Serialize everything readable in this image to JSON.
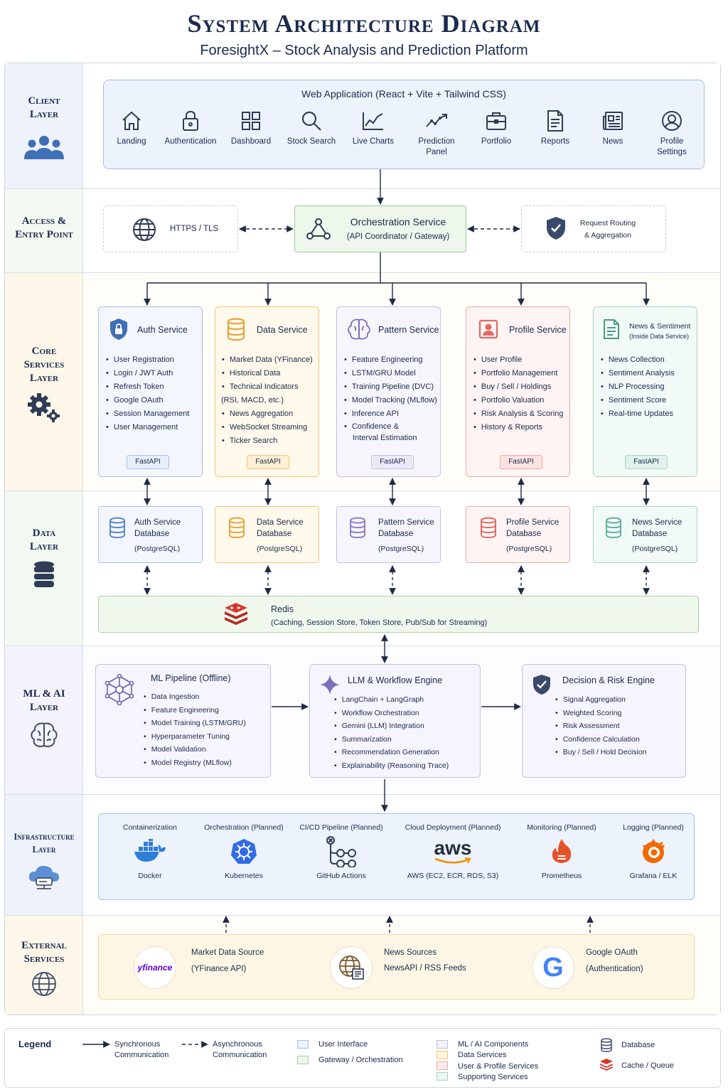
{
  "header": {
    "title": "System Architecture Diagram",
    "subtitle": "ForesightX – Stock Analysis and Prediction Platform"
  },
  "layers": {
    "client": [
      "Client",
      "Layer"
    ],
    "access": [
      "Access &",
      "Entry Point"
    ],
    "core": [
      "Core",
      "Services",
      "Layer"
    ],
    "data": [
      "Data",
      "Layer"
    ],
    "ml": [
      "ML & AI",
      "Layer"
    ],
    "infra": [
      "Infrastructure",
      "Layer"
    ],
    "external": [
      "External",
      "Services"
    ]
  },
  "client": {
    "title": "Web Application (React + Vite + Tailwind CSS)",
    "items": [
      {
        "label": "Landing",
        "icon": "home-icon"
      },
      {
        "label": "Authentication",
        "icon": "lock-icon"
      },
      {
        "label": "Dashboard",
        "icon": "grid-icon"
      },
      {
        "label": "Stock Search",
        "icon": "search-icon"
      },
      {
        "label": "Live Charts",
        "icon": "line-chart-icon"
      },
      {
        "label": "Prediction Panel",
        "icon": "trend-icon"
      },
      {
        "label": "Portfolio",
        "icon": "briefcase-icon"
      },
      {
        "label": "Reports",
        "icon": "document-icon"
      },
      {
        "label": "News",
        "icon": "newspaper-icon"
      },
      {
        "label": "Profile Settings",
        "icon": "user-circle-icon"
      }
    ]
  },
  "access": {
    "https": "HTTPS / TLS",
    "orch_title": "Orchestration Service",
    "orch_sub": "(API Coordinator / Gateway)",
    "routing_1": "Request Routing",
    "routing_2": "& Aggregation"
  },
  "services": [
    {
      "title": "Auth Service",
      "subtitle": "",
      "badge": "FastAPI",
      "color": "#a7bfe3",
      "bg": "#f3f7fd",
      "items": [
        "User Registration",
        "Login / JWT Auth",
        "Refresh Token",
        "Google OAuth",
        "Session Management",
        "User Management"
      ]
    },
    {
      "title": "Data Service",
      "subtitle": "",
      "badge": "FastAPI",
      "color": "#f0c67a",
      "bg": "#fff9ec",
      "items": [
        "Market Data (YFinance)",
        "Historical Data",
        "Technical Indicators",
        "(RSI, MACD, etc.)",
        "News Aggregation",
        "WebSocket Streaming",
        "Ticker Search"
      ]
    },
    {
      "title": "Pattern Service",
      "subtitle": "",
      "badge": "FastAPI",
      "color": "#c6bfe1",
      "bg": "#f7f5fc",
      "items": [
        "Feature Engineering",
        "LSTM/GRU Model",
        "Training Pipeline (DVC)",
        "Model Tracking (MLflow)",
        "Inference API",
        "Confidence &",
        "Interval Estimation"
      ]
    },
    {
      "title": "Profile Service",
      "subtitle": "",
      "badge": "FastAPI",
      "color": "#efaaa6",
      "bg": "#fef4f3",
      "items": [
        "User Profile",
        "Portfolio Management",
        "Buy / Sell / Holdings",
        "Portfolio Valuation",
        "Risk Analysis & Scoring",
        "History & Reports"
      ]
    },
    {
      "title": "News & Sentiment",
      "subtitle": "(Inside Data Service)",
      "badge": "FastAPI",
      "color": "#a9d3c6",
      "bg": "#f2faf7",
      "items": [
        "News Collection",
        "Sentiment Analysis",
        "NLP Processing",
        "Sentiment Score",
        "Real-time Updates"
      ]
    }
  ],
  "databases": [
    {
      "t1": "Auth Service",
      "t2": "Database",
      "t3": "(PostgreSQL)",
      "color": "#a7bfe3",
      "bg": "#f3f7fd",
      "icon": "#5a86c9"
    },
    {
      "t1": "Data Service",
      "t2": "Database",
      "t3": "(PostgreSQL)",
      "color": "#f0c67a",
      "bg": "#fff9ec",
      "icon": "#e6a43a"
    },
    {
      "t1": "Pattern Service",
      "t2": "Database",
      "t3": "(PostgreSQL)",
      "color": "#c6bfe1",
      "bg": "#f7f5fc",
      "icon": "#8c7fc4"
    },
    {
      "t1": "Profile Service",
      "t2": "Database",
      "t3": "(PostgreSQL)",
      "color": "#efaaa6",
      "bg": "#fef4f3",
      "icon": "#e06a62"
    },
    {
      "t1": "News Service",
      "t2": "Database",
      "t3": "(PostgreSQL)",
      "color": "#a9d3c6",
      "bg": "#f2faf7",
      "icon": "#5eb29a"
    }
  ],
  "redis": {
    "title": "Redis",
    "subtitle": "(Caching, Session Store, Token Store, Pub/Sub for Streaming)"
  },
  "ml": [
    {
      "title": "ML Pipeline (Offline)",
      "items": [
        "Data Ingestion",
        "Feature Engineering",
        "Model Training (LSTM/GRU)",
        "Hyperparameter Tuning",
        "Model Validation",
        "Model Registry (MLflow)"
      ]
    },
    {
      "title": "LLM & Workflow Engine",
      "items": [
        "LangChain + LangGraph",
        "Workflow Orchestration",
        "Gemini (LLM) Integration",
        "Summarization",
        "Recommendation Generation",
        "Explainability (Reasoning Trace)"
      ]
    },
    {
      "title": "Decision & Risk Engine",
      "items": [
        "Signal Aggregation",
        "Weighted Scoring",
        "Risk Assessment",
        "Confidence Calculation",
        "Buy / Sell / Hold Decision"
      ]
    }
  ],
  "infra": [
    {
      "top": "Containerization",
      "bottom": "Docker",
      "icon": "docker-icon"
    },
    {
      "top": "Orchestration (Planned)",
      "bottom": "Kubernetes",
      "icon": "kubernetes-icon"
    },
    {
      "top": "CI/CD Pipeline (Planned)",
      "bottom": "GitHub Actions",
      "icon": "pipeline-icon"
    },
    {
      "top": "Cloud Deployment (Planned)",
      "bottom": "AWS (EC2, ECR, RDS, S3)",
      "icon": "aws-icon",
      "logo": "aws"
    },
    {
      "top": "Monitoring (Planned)",
      "bottom": "Prometheus",
      "icon": "prometheus-icon"
    },
    {
      "top": "Logging (Planned)",
      "bottom": "Grafana / ELK",
      "icon": "grafana-icon"
    }
  ],
  "external": [
    {
      "t1": "Market Data Source",
      "t2": "(YFinance API)",
      "logo": "yfinance"
    },
    {
      "t1": "News Sources",
      "t2": "NewsAPI / RSS Feeds"
    },
    {
      "t1": "Google OAuth",
      "t2": "(Authentication)",
      "logo": "G"
    }
  ],
  "legend": {
    "title": "Legend",
    "sync": [
      "Synchronous",
      "Communication"
    ],
    "async": [
      "Asynchronous",
      "Communication"
    ],
    "ui": "User Interface",
    "gateway": "Gateway / Orchestration",
    "ml": "ML / AI Components",
    "data": "Data Services",
    "user": "User & Profile Services",
    "support": "Supporting Services",
    "database": "Database",
    "cache": "Cache / Queue"
  }
}
